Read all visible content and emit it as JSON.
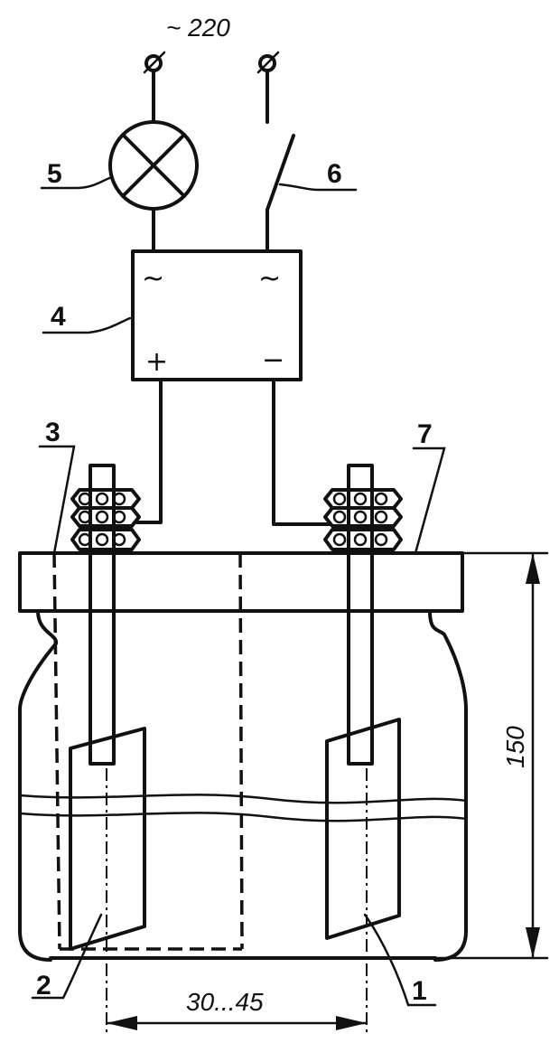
{
  "supply": {
    "voltage_label": "~ 220"
  },
  "converter": {
    "ac_left": "~",
    "ac_right": "~",
    "dc_plus": "+",
    "dc_minus": "−"
  },
  "callouts": [
    {
      "id": "1"
    },
    {
      "id": "2"
    },
    {
      "id": "3"
    },
    {
      "id": "4"
    },
    {
      "id": "5"
    },
    {
      "id": "6"
    },
    {
      "id": "7"
    }
  ],
  "dimensions": {
    "height": "150",
    "spacing": "30...45"
  },
  "icons": {
    "lamp": "lamp-icon",
    "switch": "switch-icon",
    "terminal": "terminal-icon"
  }
}
